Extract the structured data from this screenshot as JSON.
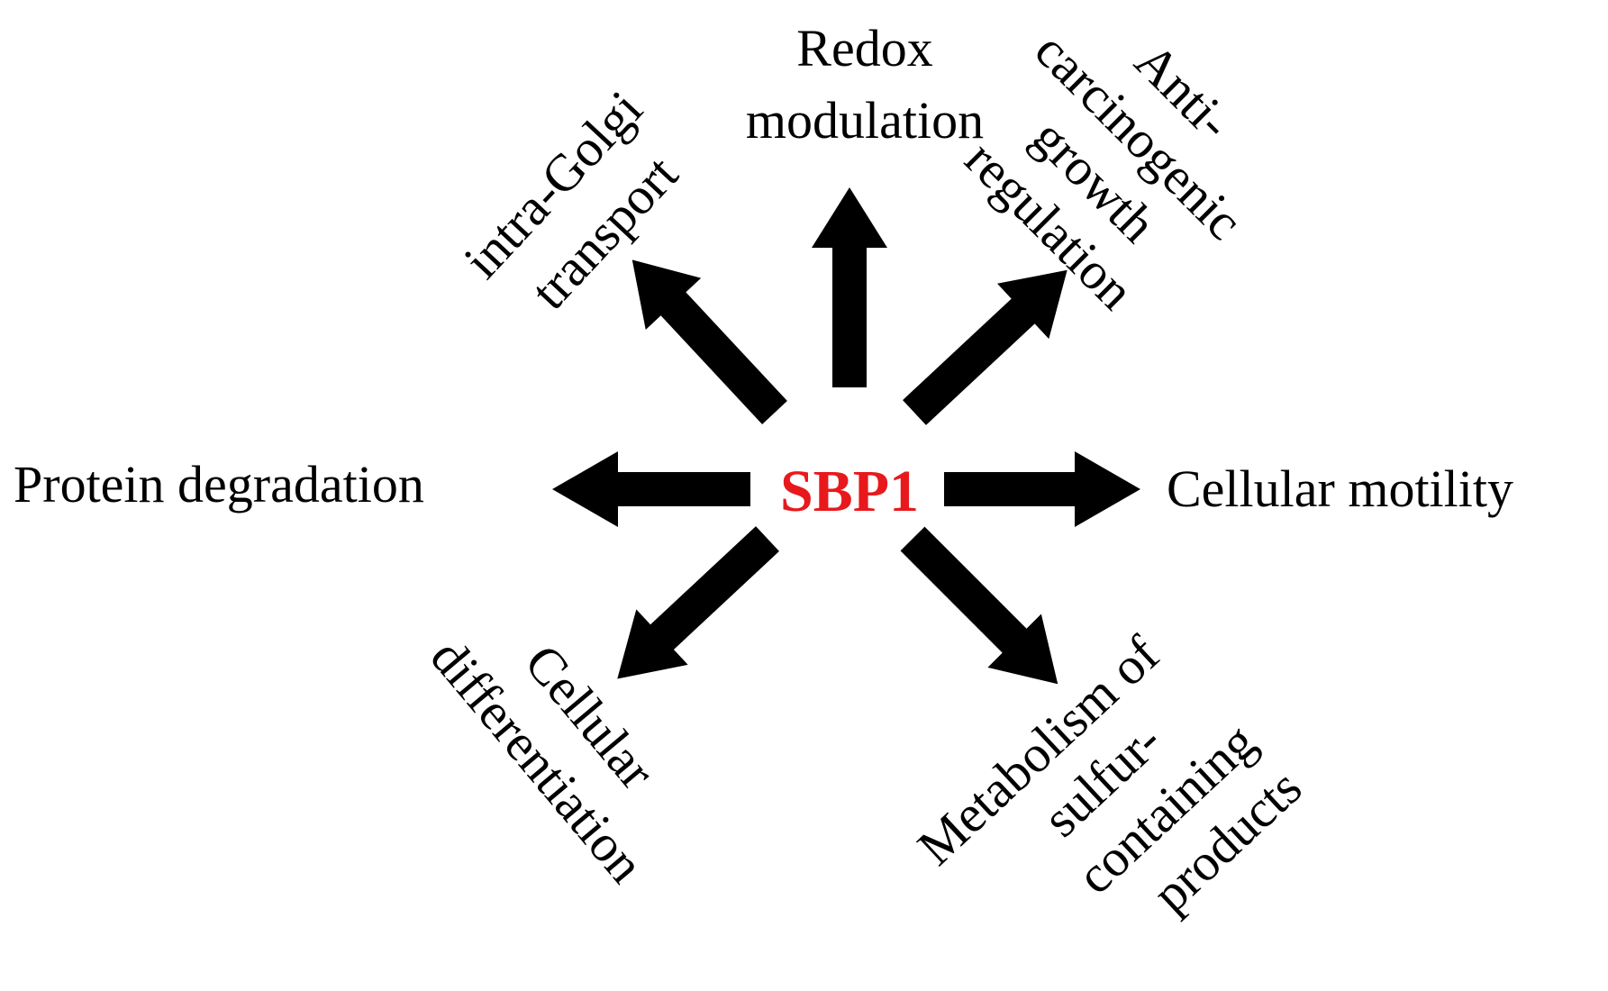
{
  "colors": {
    "center": "#e8191c",
    "arrow": "#000000",
    "text": "#000000"
  },
  "center": {
    "label": "SBP1"
  },
  "functions": {
    "redox": {
      "lines": [
        "Redox",
        "modulation"
      ]
    },
    "anticarcinogenic": {
      "lines": [
        "Anti-",
        "carcinogenic",
        "growth",
        "regulation"
      ]
    },
    "golgi": {
      "lines": [
        "intra-Golgi",
        "transport"
      ]
    },
    "protein": {
      "lines": [
        "Protein degradation"
      ]
    },
    "motility": {
      "lines": [
        "Cellular motility"
      ]
    },
    "differentiation": {
      "lines": [
        "Cellular",
        "differentiation"
      ]
    },
    "metabolism": {
      "lines": [
        "Metabolism of",
        "sulfur-",
        "containing",
        "products"
      ]
    }
  }
}
